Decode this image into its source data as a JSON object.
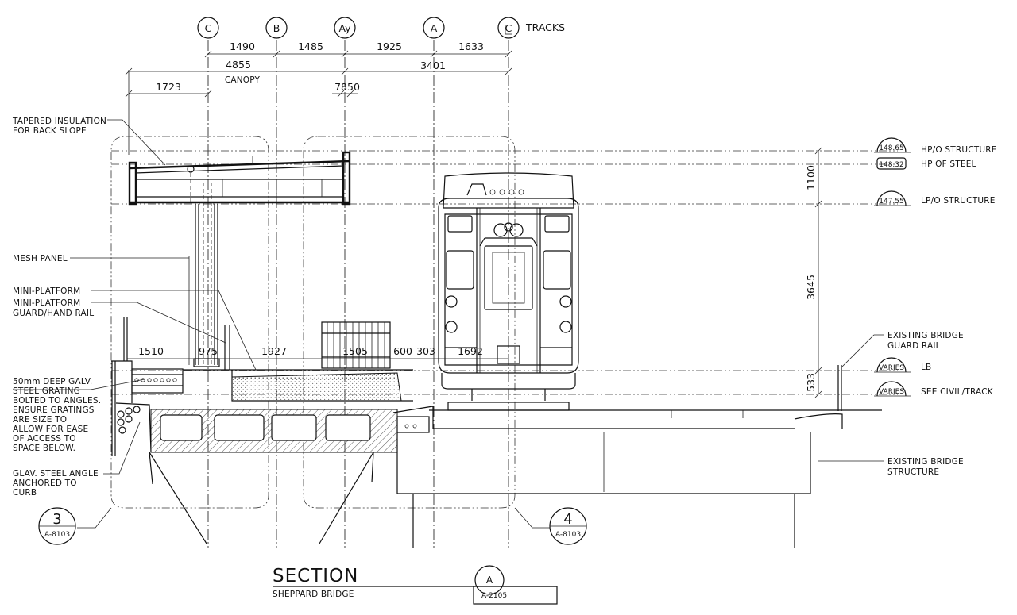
{
  "title": {
    "main": "SECTION",
    "sub": "SHEPPARD BRIDGE",
    "ref_letter": "A",
    "ref_sheet": "A-2105"
  },
  "gridlines": [
    {
      "id": "C",
      "label": "C"
    },
    {
      "id": "B",
      "label": "B"
    },
    {
      "id": "Ay",
      "label": "Ay"
    },
    {
      "id": "A",
      "label": "A"
    },
    {
      "id": "CL",
      "label": "C",
      "suffix": "TRACKS"
    }
  ],
  "dimensions": {
    "top_row": [
      "1490",
      "1485",
      "1925",
      "1633"
    ],
    "canopy": "4855",
    "canopy_label": "CANOPY",
    "span_3401": "3401",
    "overhang": "1723",
    "small": "7850",
    "vertical_1100": "1100",
    "vertical_3645": "3645",
    "vertical_533": "533",
    "platform_row": [
      "1510",
      "975",
      "1927",
      "1505",
      "600",
      "303",
      "1692"
    ]
  },
  "elevations": [
    {
      "value": "148.65",
      "label": "HP/O STRUCTURE"
    },
    {
      "value": "148.32",
      "label": "HP OF STEEL"
    },
    {
      "value": "147.55",
      "label": "LP/O STRUCTURE"
    },
    {
      "value": "VARIES",
      "label": "LB"
    },
    {
      "value": "VARIES",
      "label": "SEE CIVIL/TRACK"
    }
  ],
  "notes": {
    "tapered": [
      "TAPERED INSULATION",
      "FOR BACK SLOPE"
    ],
    "mesh": [
      "MESH PANEL"
    ],
    "miniplatform": [
      "MINI-PLATFORM"
    ],
    "guardrail": [
      "MINI-PLATFORM",
      "GUARD/HAND RAIL"
    ],
    "grating": [
      "50mm DEEP GALV.",
      "STEEL GRATING",
      "BOLTED TO ANGLES.",
      "ENSURE GRATINGS",
      "ARE SIZE TO",
      "ALLOW FOR EASE",
      "OF ACCESS TO",
      "SPACE BELOW."
    ],
    "angle": [
      "GLAV. STEEL ANGLE",
      "ANCHORED TO",
      "CURB"
    ],
    "bridge_guard": [
      "EXISTING BRIDGE",
      "GUARD RAIL"
    ],
    "bridge_struct": [
      "EXISTING BRIDGE",
      "STRUCTURE"
    ]
  },
  "section_refs": [
    {
      "number": "3",
      "sheet": "A-8103"
    },
    {
      "number": "4",
      "sheet": "A-8103"
    }
  ]
}
